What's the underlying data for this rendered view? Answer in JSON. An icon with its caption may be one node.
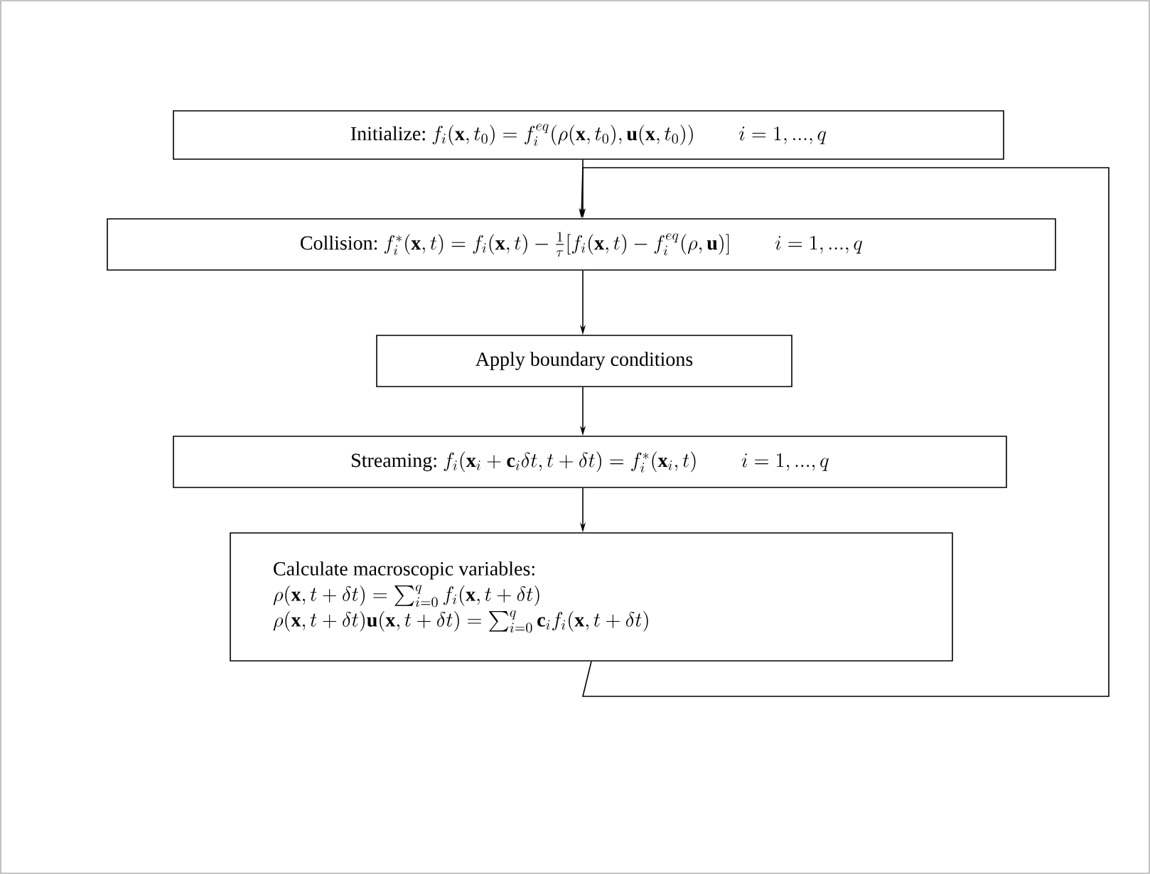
{
  "diagram": {
    "nodes": [
      {
        "text": [
          "Initialize:",
          "f_i(\\mathbf{x},t_0) = f_i^{eq}(\\rho(\\mathbf{x},t_0),\\mathbf{u}(\\mathbf{x},t_0))",
          "i = 1, ..., q"
        ]
      },
      {
        "text": [
          "Collision:",
          "f_i^*(\\mathbf{x},t) = f_i(\\mathbf{x},t) - \\frac{1}{\\tau}[f_i(\\mathbf{x},t) - f_i^{eq}(\\rho,\\mathbf{u})]",
          "i = 1, ..., q"
        ]
      },
      {
        "text": [
          "Apply boundary conditions"
        ]
      },
      {
        "text": [
          "Streaming:",
          "f_i(\\mathbf{x}_i + \\mathbf{c}_i\\delta t, t+\\delta t) = f_i^*(\\mathbf{x}_i,t)",
          "i = 1, ..., q"
        ]
      },
      {
        "text": [
          "Calculate macroscopic variables:",
          "\\rho(\\mathbf{x},t+\\delta t) = \\sum_{i=0}^{q} f_i(\\mathbf{x},t+\\delta t)",
          "\\rho(\\mathbf{x},t+\\delta t)\\mathbf{u}(\\mathbf{x},t+\\delta t) = \\sum_{i=0}^{q}\\mathbf{c}_i f_i(\\mathbf{x},t+\\delta t)"
        ]
      }
    ],
    "edges": [
      {
        "from": 0,
        "to": 1,
        "arrow": "to"
      },
      {
        "from": 1,
        "to": 2,
        "arrow": "to"
      },
      {
        "from": 2,
        "to": 3,
        "arrow": "to"
      },
      {
        "from": 3,
        "to": 4,
        "arrow": "to"
      },
      {
        "from": 4,
        "to": 1,
        "arrow": "to"
      }
    ]
  }
}
